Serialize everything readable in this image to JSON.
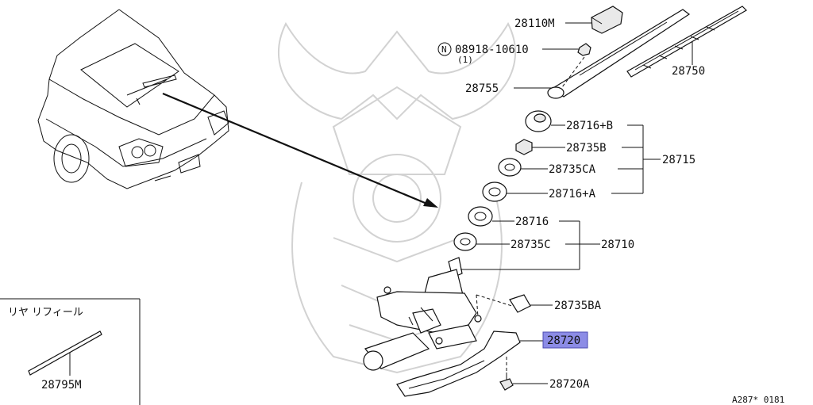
{
  "labels": {
    "p28110M": "28110M",
    "nut_part": "08918-10610",
    "nut_qty": "(1)",
    "nut_symbol": "N",
    "p28750": "28750",
    "p28755": "28755",
    "p28716B": "28716+B",
    "p28735B": "28735B",
    "p28715": "28715",
    "p28735CA": "28735CA",
    "p28716A": "28716+A",
    "p28716": "28716",
    "p28735C": "28735C",
    "p28710": "28710",
    "p28735BA": "28735BA",
    "p28720": "28720",
    "p28720A": "28720A",
    "p28795M": "28795M",
    "refill_title": "リヤ リフィール",
    "diagram_code": "A287* 0181"
  },
  "colors": {
    "highlight": "#8c8ce6",
    "highlight_border": "#4a4ab0",
    "line": "#111111",
    "watermark": "#d2d2d2"
  }
}
